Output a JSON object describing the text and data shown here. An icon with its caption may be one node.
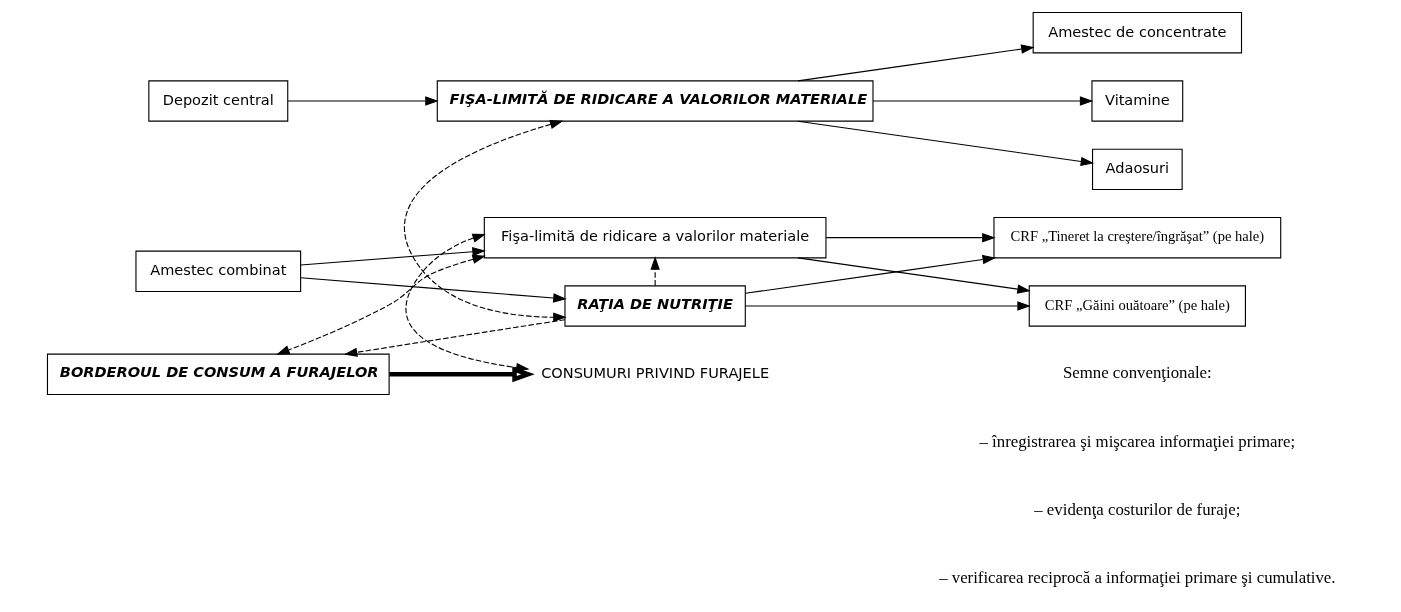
{
  "diagram": {
    "nodes": [
      {
        "text": [
          "Depozit central"
        ]
      },
      {
        "text": [
          "FIŞA-LIMITĂ DE RIDICARE A VALORILOR MATERIALE"
        ]
      },
      {
        "text": [
          "Amestec de concentrate"
        ]
      },
      {
        "text": [
          "Vitamine"
        ]
      },
      {
        "text": [
          "Adaosuri"
        ]
      },
      {
        "text": [
          "Amestec combinat"
        ]
      },
      {
        "text": [
          "Fişa-limită de ridicare a valorilor materiale"
        ]
      },
      {
        "text": [
          "CRF „Găini ouătoare” (pe hale)"
        ]
      },
      {
        "text": [
          "CRF „Tineret la creştere/îngrăşat” (pe hale)"
        ]
      },
      {
        "text": [
          "BORDEROUL DE CONSUM A FURAJELOR"
        ]
      },
      {
        "text": [
          "RAŢIA DE NUTRIŢIE"
        ]
      },
      {
        "text": [
          "CONSUMURI PRIVIND FURAJELE"
        ]
      }
    ],
    "edges": [
      {
        "from": 0,
        "to": 1,
        "arrow": "to"
      },
      {
        "from": 1,
        "to": 2,
        "arrow": "to"
      },
      {
        "from": 1,
        "to": 3,
        "arrow": "to"
      },
      {
        "from": 1,
        "to": 4,
        "arrow": "to"
      },
      {
        "from": 5,
        "to": 6,
        "arrow": "to"
      },
      {
        "from": 6,
        "to": 7,
        "arrow": "to"
      },
      {
        "from": 6,
        "to": 8,
        "arrow": "to"
      },
      {
        "from": 5,
        "to": 10,
        "arrow": "to"
      },
      {
        "from": 10,
        "to": 7,
        "arrow": "to"
      },
      {
        "from": 10,
        "to": 8,
        "arrow": "to"
      },
      {
        "from": 6,
        "to": 9,
        "arrow": "both",
        "style": "dashed"
      },
      {
        "from": 1,
        "to": 10,
        "arrow": "both",
        "style": "dashed"
      },
      {
        "from": 10,
        "to": 6,
        "arrow": "to",
        "style": "dashed"
      },
      {
        "from": 6,
        "to": 11,
        "arrow": "both",
        "style": "dashed"
      },
      {
        "from": 10,
        "to": 9,
        "arrow": "to",
        "style": "dashed"
      },
      {
        "from": 9,
        "to": 11,
        "arrow": "to",
        "style": "thick"
      }
    ],
    "labels": [
      "Semne convenţionale:"
    ],
    "legend": [
      {
        "text": "– înregistrarea şi mişcarea informaţiei primare;"
      },
      {
        "text": "– evidenţa costurilor de furaje;"
      },
      {
        "text": "– verificarea reciprocă a informaţiei primare şi cumulative."
      }
    ]
  }
}
